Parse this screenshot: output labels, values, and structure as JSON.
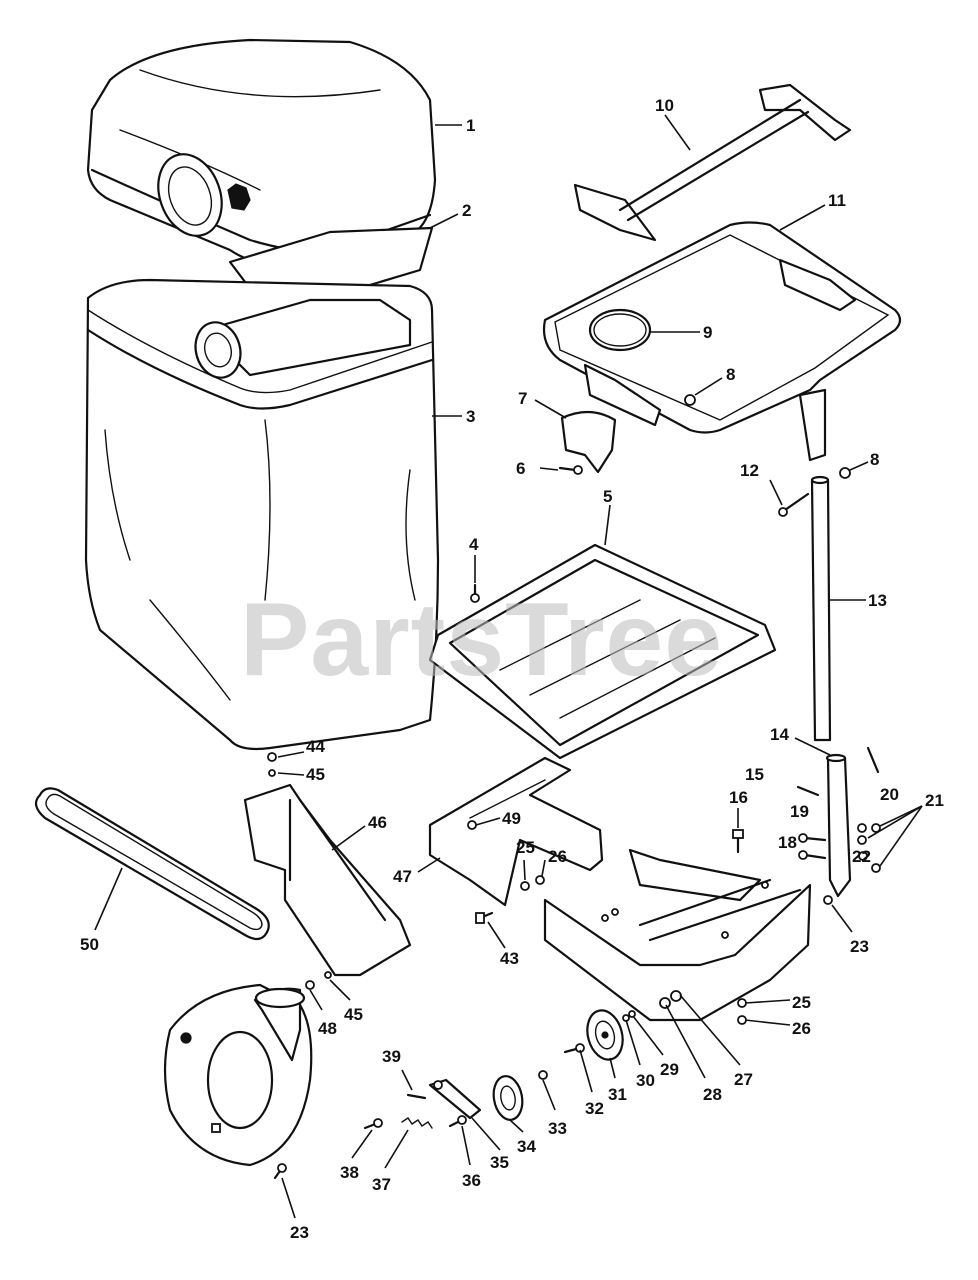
{
  "watermark": "PartsTree",
  "callouts": [
    {
      "id": "c1",
      "label": "1"
    },
    {
      "id": "c2",
      "label": "2"
    },
    {
      "id": "c3",
      "label": "3"
    },
    {
      "id": "c4",
      "label": "4"
    },
    {
      "id": "c5",
      "label": "5"
    },
    {
      "id": "c6",
      "label": "6"
    },
    {
      "id": "c7",
      "label": "7"
    },
    {
      "id": "c8a",
      "label": "8"
    },
    {
      "id": "c8b",
      "label": "8"
    },
    {
      "id": "c9",
      "label": "9"
    },
    {
      "id": "c10",
      "label": "10"
    },
    {
      "id": "c11",
      "label": "11"
    },
    {
      "id": "c12",
      "label": "12"
    },
    {
      "id": "c13",
      "label": "13"
    },
    {
      "id": "c14",
      "label": "14"
    },
    {
      "id": "c15",
      "label": "15"
    },
    {
      "id": "c16",
      "label": "16"
    },
    {
      "id": "c18",
      "label": "18"
    },
    {
      "id": "c19",
      "label": "19"
    },
    {
      "id": "c20",
      "label": "20"
    },
    {
      "id": "c21",
      "label": "21"
    },
    {
      "id": "c22",
      "label": "22"
    },
    {
      "id": "c23a",
      "label": "23"
    },
    {
      "id": "c23b",
      "label": "23"
    },
    {
      "id": "c25a",
      "label": "25"
    },
    {
      "id": "c25b",
      "label": "25"
    },
    {
      "id": "c26a",
      "label": "26"
    },
    {
      "id": "c26b",
      "label": "26"
    },
    {
      "id": "c27",
      "label": "27"
    },
    {
      "id": "c28",
      "label": "28"
    },
    {
      "id": "c29",
      "label": "29"
    },
    {
      "id": "c30",
      "label": "30"
    },
    {
      "id": "c31",
      "label": "31"
    },
    {
      "id": "c32",
      "label": "32"
    },
    {
      "id": "c33",
      "label": "33"
    },
    {
      "id": "c34",
      "label": "34"
    },
    {
      "id": "c35",
      "label": "35"
    },
    {
      "id": "c36",
      "label": "36"
    },
    {
      "id": "c37",
      "label": "37"
    },
    {
      "id": "c38",
      "label": "38"
    },
    {
      "id": "c39",
      "label": "39"
    },
    {
      "id": "c43",
      "label": "43"
    },
    {
      "id": "c44",
      "label": "44"
    },
    {
      "id": "c45a",
      "label": "45"
    },
    {
      "id": "c45b",
      "label": "45"
    },
    {
      "id": "c46",
      "label": "46"
    },
    {
      "id": "c47",
      "label": "47"
    },
    {
      "id": "c48",
      "label": "48"
    },
    {
      "id": "c49",
      "label": "49"
    },
    {
      "id": "c50",
      "label": "50"
    }
  ]
}
